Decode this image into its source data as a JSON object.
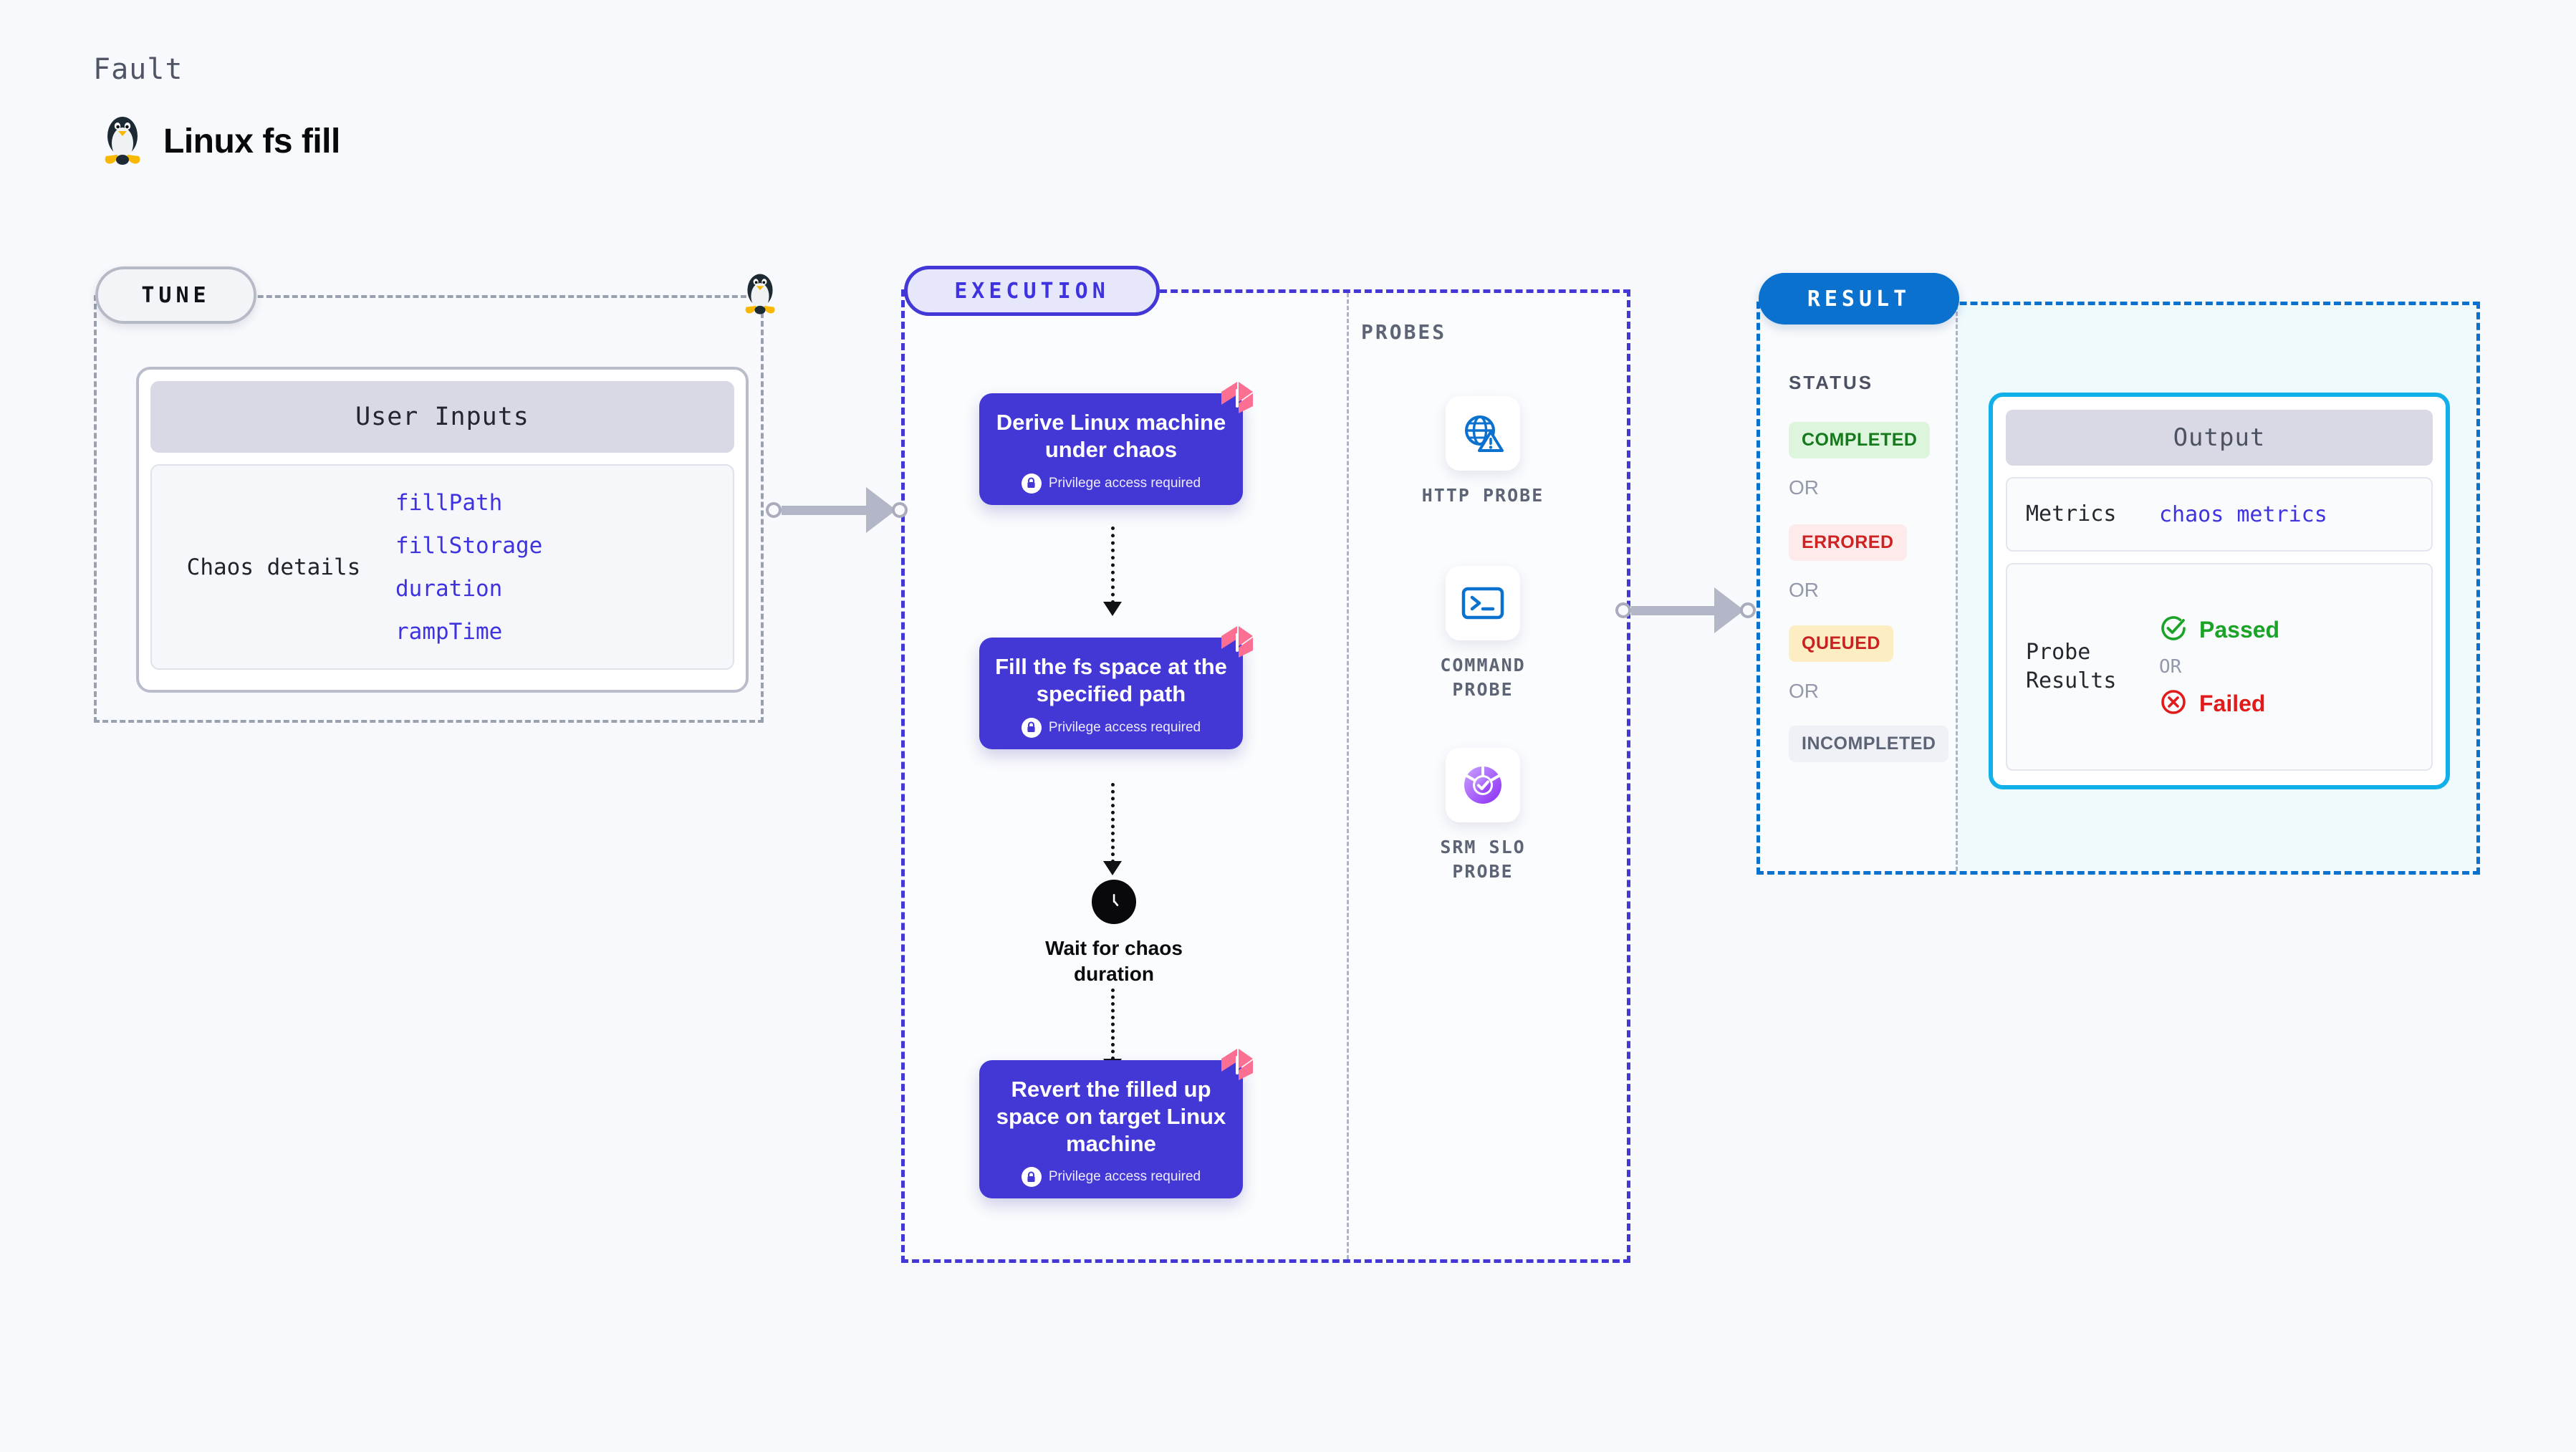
{
  "header": {
    "eyebrow": "Fault",
    "title": "Linux fs fill",
    "icon": "linux-tux-icon"
  },
  "tune": {
    "pill_label": "TUNE",
    "card": {
      "header": "User Inputs",
      "row_label": "Chaos details",
      "params": [
        "fillPath",
        "fillStorage",
        "duration",
        "rampTime"
      ]
    },
    "edge_icon": "linux-tux-icon"
  },
  "execution": {
    "pill_label": "EXECUTION",
    "steps": [
      {
        "title": "Derive Linux machine under chaos",
        "privilege": "Privilege access required",
        "badge": "harness-flag-icon",
        "lock": "lock-icon"
      },
      {
        "title": "Fill the fs space at the specified path",
        "privilege": "Privilege access required",
        "badge": "harness-flag-icon",
        "lock": "lock-icon"
      },
      {
        "title": "Revert the filled up space on target Linux machine",
        "privilege": "Privilege access required",
        "badge": "harness-flag-icon",
        "lock": "lock-icon"
      }
    ],
    "wait": {
      "icon": "clock-icon",
      "label": "Wait for chaos duration"
    }
  },
  "probes": {
    "section_label": "PROBES",
    "items": [
      {
        "name": "HTTP PROBE",
        "icon": "globe-warning-icon",
        "color": "#0a72ce"
      },
      {
        "name": "COMMAND PROBE",
        "icon": "terminal-icon",
        "color": "#0a72ce"
      },
      {
        "name": "SRM SLO PROBE",
        "icon": "srm-slo-donut-check-icon",
        "color": "#9b4dff"
      }
    ]
  },
  "result": {
    "pill_label": "RESULT",
    "status_label": "STATUS",
    "or_label": "OR",
    "statuses": [
      {
        "label": "COMPLETED",
        "color": "#157a1c",
        "bg": "#dcf5dc"
      },
      {
        "label": "ERRORED",
        "color": "#cf2222",
        "bg": "#fdeaea"
      },
      {
        "label": "QUEUED",
        "color": "#c92222",
        "bg": "#fdedc2"
      },
      {
        "label": "INCOMPLETED",
        "color": "#5d6475",
        "bg": "#f0f1f6"
      }
    ],
    "output": {
      "header": "Output",
      "metrics_label": "Metrics",
      "metrics_value": "chaos metrics",
      "probe_results_label": "Probe Results",
      "passed_label": "Passed",
      "failed_label": "Failed",
      "or_label": "OR",
      "passed_icon": "check-circle-icon",
      "failed_icon": "x-circle-icon",
      "passed_color": "#1aa327",
      "failed_color": "#e11b1b"
    }
  },
  "connectors": [
    {
      "name": "tune-to-execution"
    },
    {
      "name": "probes-to-result"
    }
  ],
  "colors": {
    "page_bg": "#f7f9fc",
    "execution_accent": "#4338d6",
    "result_accent": "#0a72ce",
    "output_accent": "#12b0e8",
    "tune_accent": "#9aa1ae",
    "param_text": "#3f33e0"
  }
}
